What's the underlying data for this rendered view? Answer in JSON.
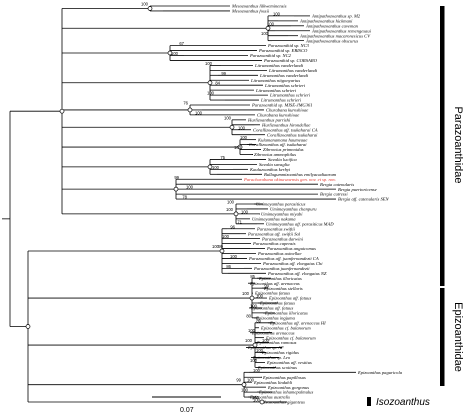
{
  "tree": {
    "scale_label": "0.07",
    "families": [
      {
        "name": "Parazoanthidae"
      },
      {
        "name": "Epizoanthidae"
      }
    ],
    "outgroup_label": "Isozoanthus",
    "taxa": [
      "Mesozoanthus lilkweminensis",
      "Mesozoanthus fossii",
      "Antipathozoanthus sp. M2",
      "Antipathozoanthus hickmani",
      "Antipathozoanthus caveman",
      "Antipathozoanthus remengesaui",
      "Antipathozoanthus macaronesicus CV",
      "Antipathozoanthus obscurus",
      "Parazoanthid sp. NC3",
      "Parazoanthid sp. EBISCO",
      "Parazoanthid sp. NC2",
      "Parazoanthid sp. CORSARO",
      "Litrumanthus vanderlandi",
      "Litrumanthus vanderlandi",
      "Litrumanthus vanderlandi",
      "Litrumanthus nitgonyarius",
      "Litrumanthus schrieri",
      "Litrumanthus schrieri",
      "Litrumanthus schrieri",
      "Litrumanthus schrieri",
      "Parazoanthid sp. MISE-JMG361",
      "Churabana kuroshioae",
      "Churabana kuroshioae",
      "Hurlizoanthus parrishi",
      "Hurlizoanthus hirondellae",
      "Corallizoanthus aff. tsukaharai CA",
      "Corallizoanthus tsukaharai",
      "Kulamanamana haumeaae",
      "Corallizoanthus aff. tsukaharai",
      "Zibrowius primnoidus",
      "Zibrowius ammophilus",
      "Savalia lucifica",
      "Savalia savaglia",
      "Kauluzoanthus kerbyi",
      "Bullagummizoanthus emilyacadiaarum",
      "Parachurabana okinawaensis gen. nov. et sp. nov.",
      "Bergia catenularis",
      "Bergia puertoricense",
      "Bergia cutressi",
      "Bergia aff. catenularis SEN",
      "Umimayanthus parasiticus",
      "Umimayanthus chanpuru",
      "Umimayanthus miyabi",
      "Umimayanthus nakama",
      "Umimayanthus aff. parasiticus MAD",
      "Parazoanthus swiftii",
      "Parazoanthus aff. swiftii Sal",
      "Parazoanthus darwini",
      "Parazoanthus capensis",
      "Parazoanthus anguicomus",
      "Parazoanthus axinellae",
      "Parazoanthus aff. juanfernandezii CA",
      "Parazoanthus aff. elongatus Chi",
      "Parazoanthus juanfernandezii",
      "Parazoanthus aff. elongatus NZ",
      "Epizoanthus illoricatus",
      "Epizoanthus aff. arenaceus",
      "Epizoanthus stellaris",
      "Epizoanthus fatuus",
      "Epizoanthus aff. fatuus",
      "Epizoanthus fatuus",
      "Epizoanthus aff. fatuus",
      "Epizoanthus illoricatus",
      "Epizoanthus ingjuma",
      "Epizoanthus aff. arenaceus HI",
      "Epizoanthus cf. balanorum",
      "Epizoanthus arenaceus",
      "Epizoanthus cf. balanorum",
      "Epizoanthus ramosus",
      "Epizoanthus sp. AF",
      "Epizoanthus rigidus",
      "Epizoanthus sp. Leo",
      "Epizoanthus aff. vestitus",
      "Epizoanthus scotinus",
      "Epizoanthus paguricola",
      "Epizoanthus papillosus",
      "Epizoanthus lindahli",
      "Epizoanthus gorgonus",
      "Epizoanthus inhamepalmulus",
      "Epizoanthus australis",
      "Isozoanthus giganteus"
    ],
    "support_values": [
      "100",
      "100",
      "100",
      "100",
      "67",
      "100",
      "100",
      "99",
      "84",
      "100",
      "76",
      "100",
      "100",
      "100",
      "100",
      "100",
      "75",
      "100",
      "99",
      "100",
      "78",
      "100",
      "100",
      "71",
      "96",
      "100",
      "99",
      "100",
      "86",
      "85",
      "99",
      "100",
      "100",
      "80",
      "89",
      "100",
      "100",
      "100",
      "100",
      "100",
      "100",
      "100",
      "100",
      "100",
      "100",
      "100",
      "100",
      "99",
      "100"
    ],
    "colors": {
      "highlight": "#e8382f",
      "line": "#000000"
    }
  }
}
